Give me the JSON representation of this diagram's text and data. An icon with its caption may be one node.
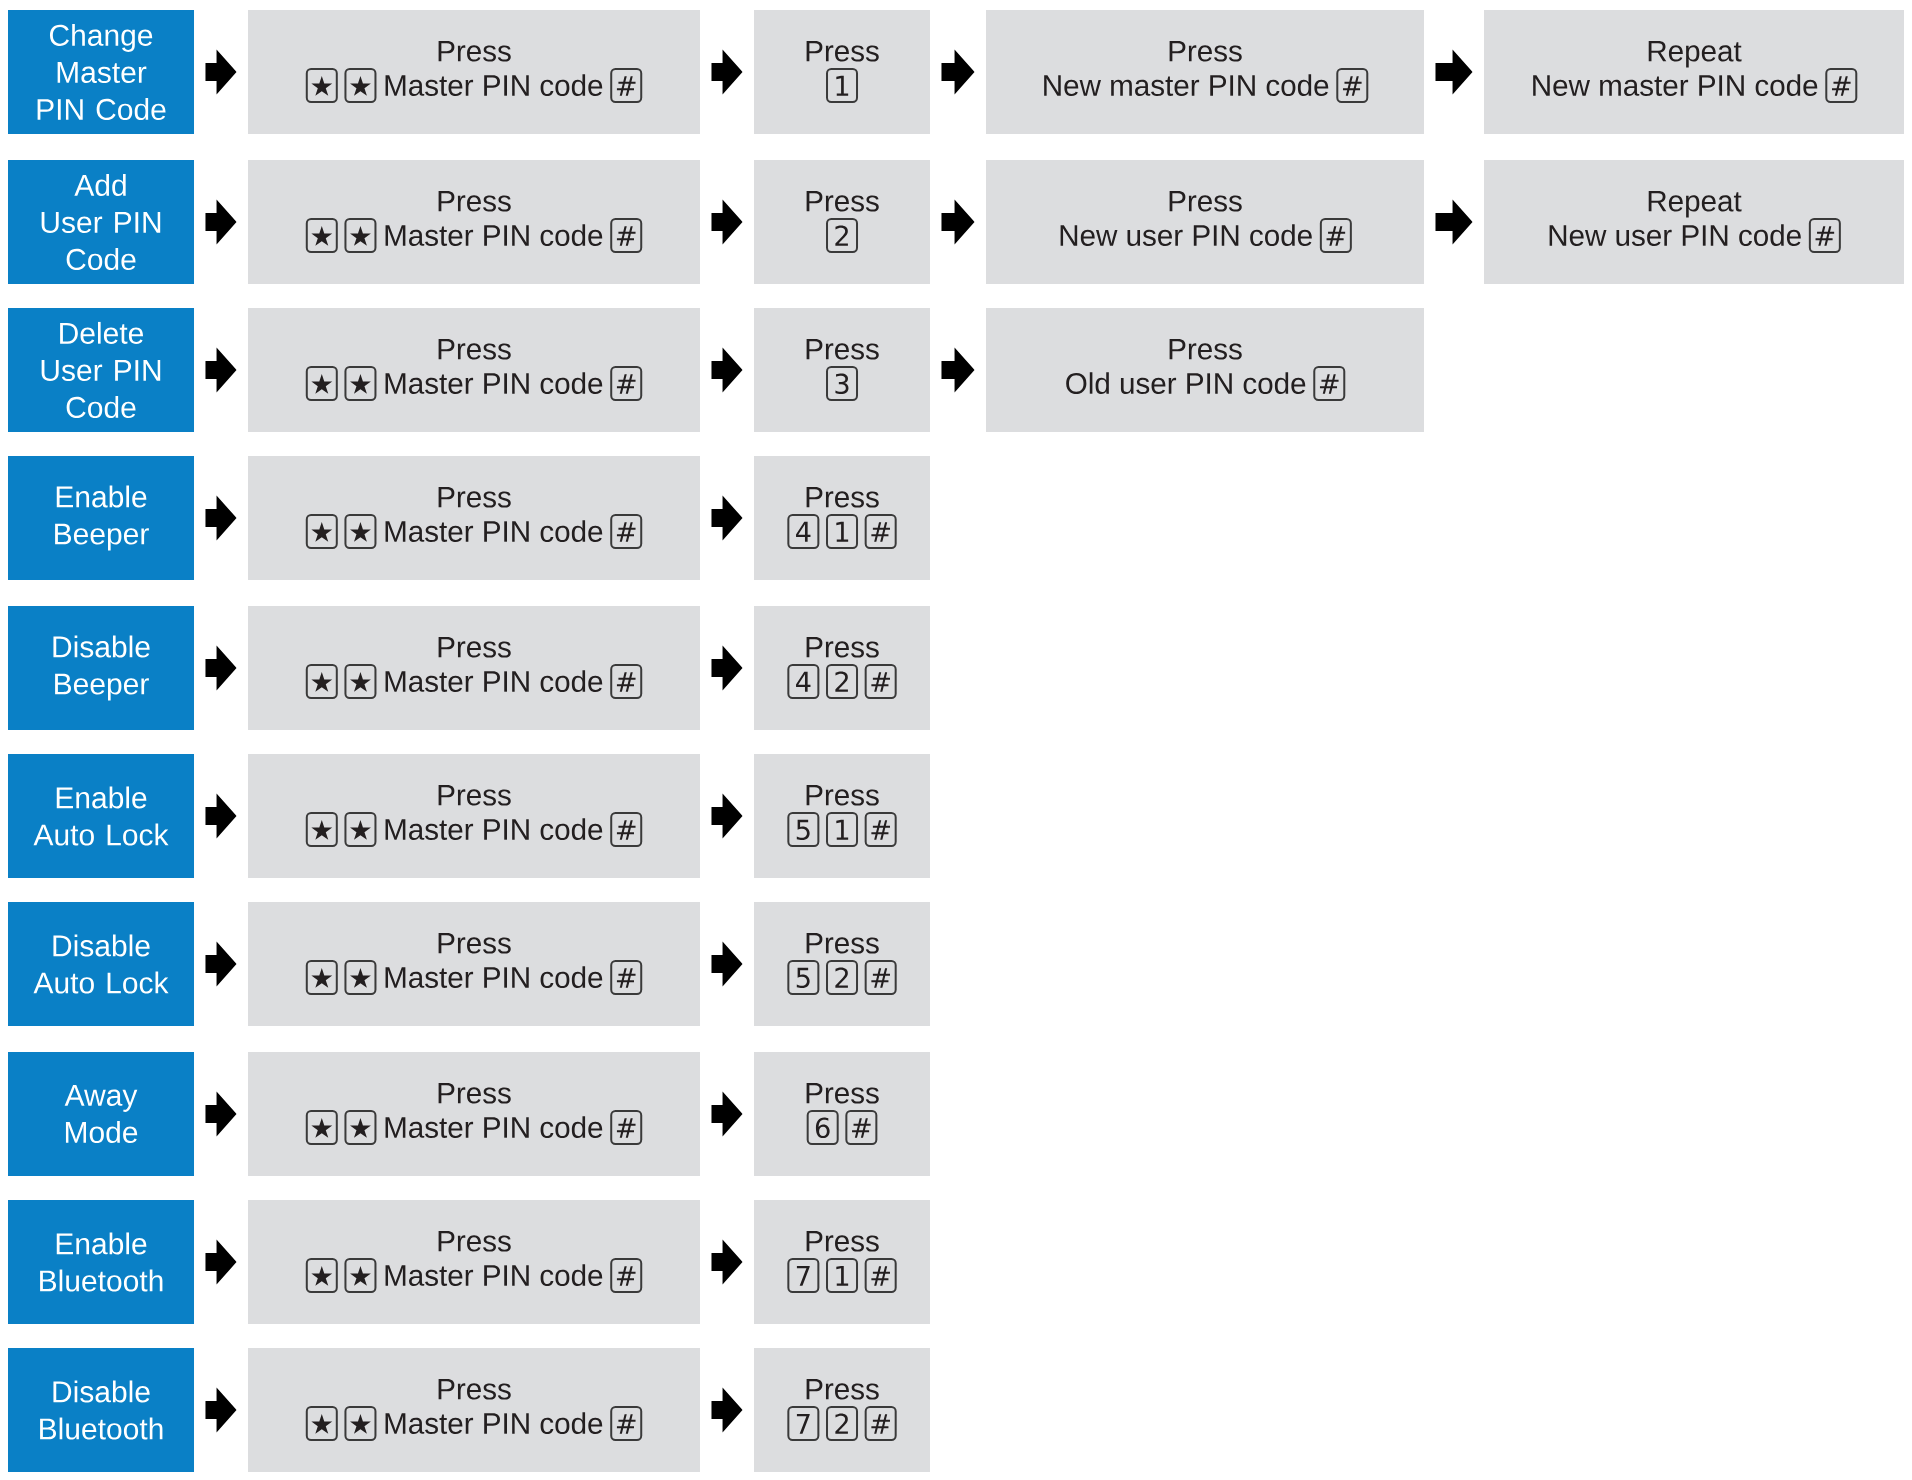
{
  "diagram": {
    "nodes": [
      {
        "text": [
          "Change Master PIN Code"
        ]
      },
      {
        "text": [
          "Press",
          "★",
          "★",
          "Master PIN code",
          "#"
        ]
      },
      {
        "text": [
          "Press",
          "1"
        ]
      },
      {
        "text": [
          "Press",
          "New master PIN code",
          "#"
        ]
      },
      {
        "text": [
          "Repeat",
          "New master PIN code",
          "#"
        ]
      },
      {
        "text": [
          "Add User PIN Code"
        ]
      },
      {
        "text": [
          "Press",
          "★",
          "★",
          "Master PIN code",
          "#"
        ]
      },
      {
        "text": [
          "Press",
          "2"
        ]
      },
      {
        "text": [
          "Press",
          "New user PIN code",
          "#"
        ]
      },
      {
        "text": [
          "Repeat",
          "New user PIN code",
          "#"
        ]
      },
      {
        "text": [
          "Delete User PIN Code"
        ]
      },
      {
        "text": [
          "Press",
          "★",
          "★",
          "Master PIN code",
          "#"
        ]
      },
      {
        "text": [
          "Press",
          "3"
        ]
      },
      {
        "text": [
          "Press",
          "Old user PIN code",
          "#"
        ]
      },
      {
        "text": [
          "Enable Beeper"
        ]
      },
      {
        "text": [
          "Press",
          "★",
          "★",
          "Master PIN code",
          "#"
        ]
      },
      {
        "text": [
          "Press",
          "4",
          "1",
          "#"
        ]
      },
      {
        "text": [
          "Disable Beeper"
        ]
      },
      {
        "text": [
          "Press",
          "★",
          "★",
          "Master PIN code",
          "#"
        ]
      },
      {
        "text": [
          "Press",
          "4",
          "2",
          "#"
        ]
      },
      {
        "text": [
          "Enable Auto Lock"
        ]
      },
      {
        "text": [
          "Press",
          "★",
          "★",
          "Master PIN code",
          "#"
        ]
      },
      {
        "text": [
          "Press",
          "5",
          "1",
          "#"
        ]
      },
      {
        "text": [
          "Disable Auto Lock"
        ]
      },
      {
        "text": [
          "Press",
          "★",
          "★",
          "Master PIN code",
          "#"
        ]
      },
      {
        "text": [
          "Press",
          "5",
          "2",
          "#"
        ]
      },
      {
        "text": [
          "Away Mode"
        ]
      },
      {
        "text": [
          "Press",
          "★",
          "★",
          "Master PIN code",
          "#"
        ]
      },
      {
        "text": [
          "Press",
          "6",
          "#"
        ]
      },
      {
        "text": [
          "Enable Bluetooth"
        ]
      },
      {
        "text": [
          "Press",
          "★",
          "★",
          "Master PIN code",
          "#"
        ]
      },
      {
        "text": [
          "Press",
          "7",
          "1",
          "#"
        ]
      },
      {
        "text": [
          "Disable Bluetooth"
        ]
      },
      {
        "text": [
          "Press",
          "★",
          "★",
          "Master PIN code",
          "#"
        ]
      },
      {
        "text": [
          "Press",
          "7",
          "2",
          "#"
        ]
      }
    ],
    "edges": [
      {
        "from": 0,
        "to": 1,
        "arrow": "to"
      },
      {
        "from": 1,
        "to": 2,
        "arrow": "to"
      },
      {
        "from": 2,
        "to": 3,
        "arrow": "to"
      },
      {
        "from": 3,
        "to": 4,
        "arrow": "to"
      },
      {
        "from": 5,
        "to": 6,
        "arrow": "to"
      },
      {
        "from": 6,
        "to": 7,
        "arrow": "to"
      },
      {
        "from": 7,
        "to": 8,
        "arrow": "to"
      },
      {
        "from": 8,
        "to": 9,
        "arrow": "to"
      },
      {
        "from": 10,
        "to": 11,
        "arrow": "to"
      },
      {
        "from": 11,
        "to": 12,
        "arrow": "to"
      },
      {
        "from": 12,
        "to": 13,
        "arrow": "to"
      },
      {
        "from": 14,
        "to": 15,
        "arrow": "to"
      },
      {
        "from": 15,
        "to": 16,
        "arrow": "to"
      },
      {
        "from": 17,
        "to": 18,
        "arrow": "to"
      },
      {
        "from": 18,
        "to": 19,
        "arrow": "to"
      },
      {
        "from": 20,
        "to": 21,
        "arrow": "to"
      },
      {
        "from": 21,
        "to": 22,
        "arrow": "to"
      },
      {
        "from": 23,
        "to": 24,
        "arrow": "to"
      },
      {
        "from": 24,
        "to": 25,
        "arrow": "to"
      },
      {
        "from": 26,
        "to": 27,
        "arrow": "to"
      },
      {
        "from": 27,
        "to": 28,
        "arrow": "to"
      },
      {
        "from": 29,
        "to": 30,
        "arrow": "to"
      },
      {
        "from": 30,
        "to": 31,
        "arrow": "to"
      },
      {
        "from": 32,
        "to": 33,
        "arrow": "to"
      },
      {
        "from": 33,
        "to": 34,
        "arrow": "to"
      }
    ]
  }
}
